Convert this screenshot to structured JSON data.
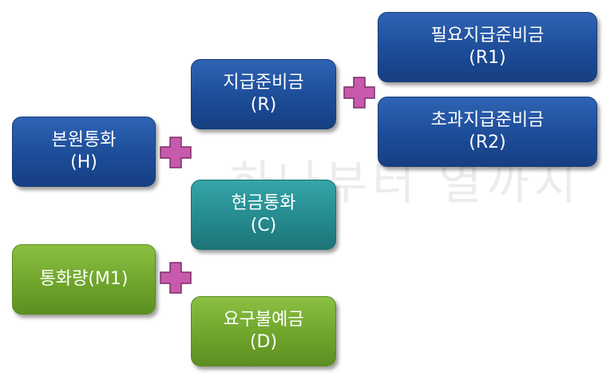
{
  "watermark": "하나부터 열까지",
  "nodes": {
    "monetary_base": {
      "line1": "본원통화",
      "line2": "(H)"
    },
    "reserves": {
      "line1": "지급준비금",
      "line2": "(R)"
    },
    "required_reserves": {
      "line1": "필요지급준비금",
      "line2": "(R1)"
    },
    "excess_reserves": {
      "line1": "초과지급준비금",
      "line2": "(R2)"
    },
    "currency": {
      "line1": "현금통화",
      "line2": "(C)"
    },
    "money_supply": {
      "line1": "통화량(M1)"
    },
    "demand_deposits": {
      "line1": "요구불예금",
      "line2": "(D)"
    }
  },
  "colors": {
    "blue_box": "#1d4c98",
    "teal_box": "#258b8f",
    "green_box": "#6fa52c",
    "plus_fill": "#c85aad",
    "plus_stroke": "#7a2e66"
  },
  "icons": {
    "operator": "plus-icon"
  }
}
